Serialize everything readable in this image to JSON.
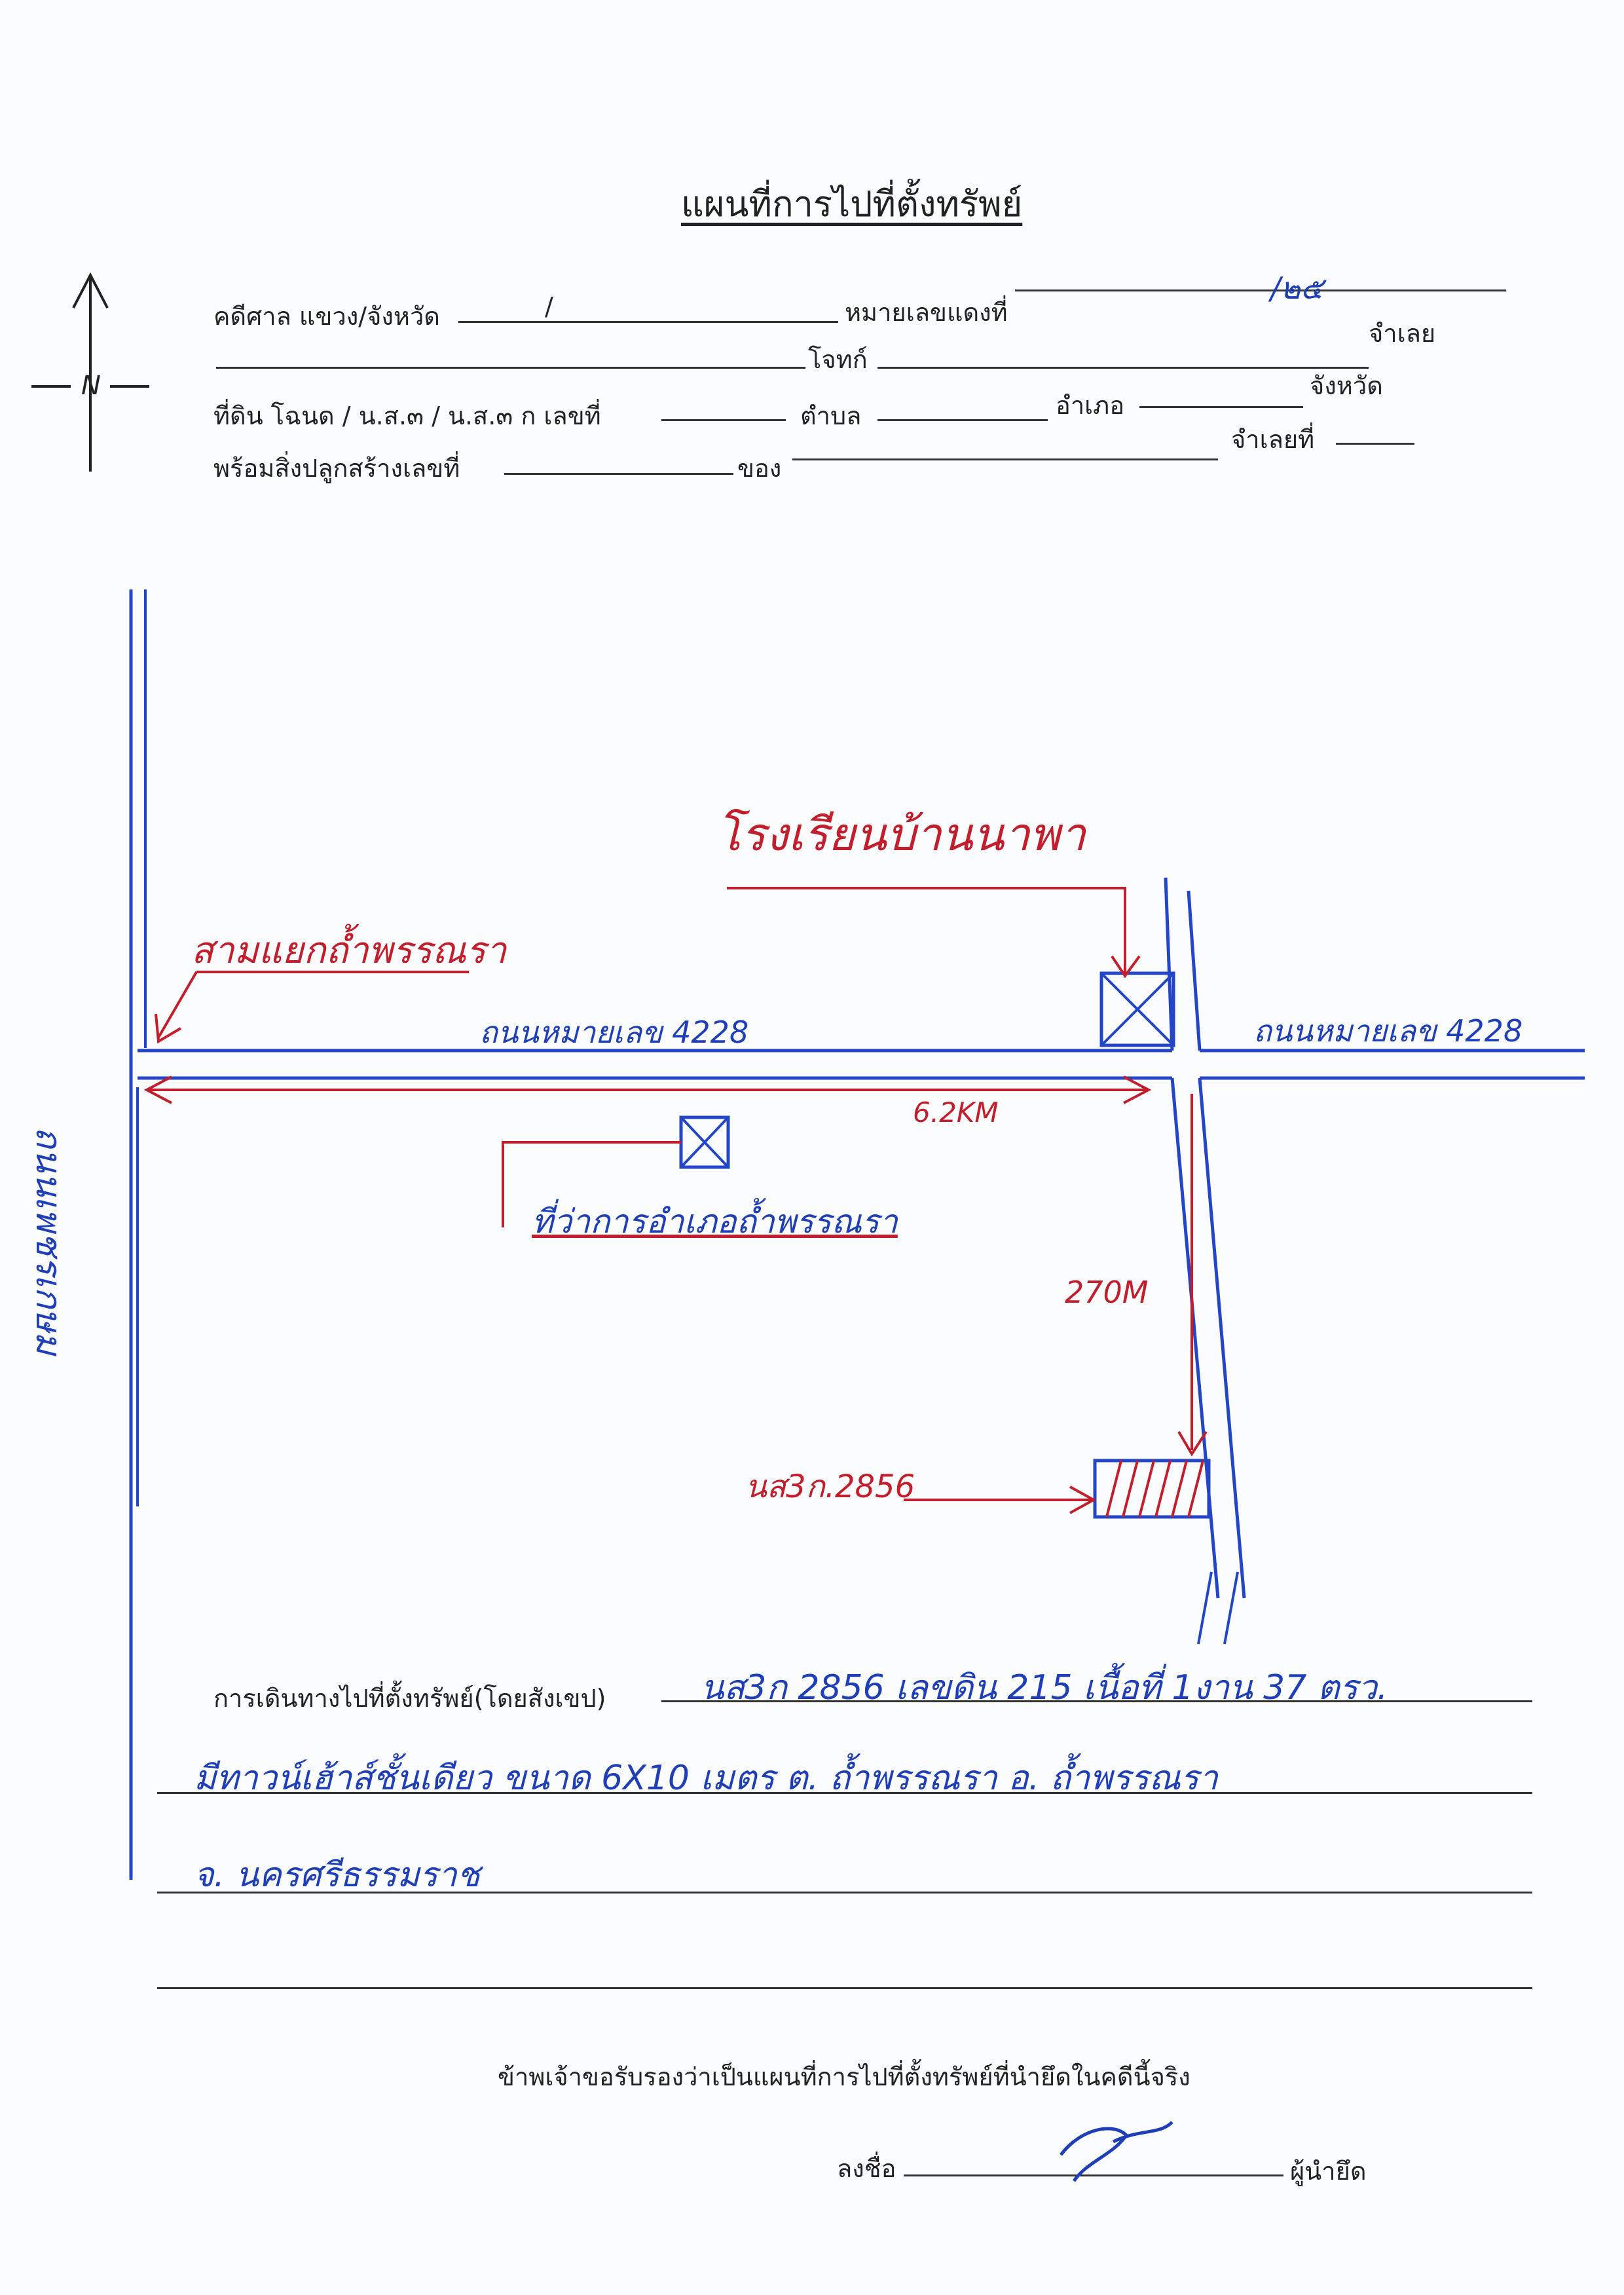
{
  "document": {
    "title": "แผนที่การไปที่ตั้งทรัพย์",
    "north_label": "N",
    "header": {
      "case_label": "คดีศาล แขวง/จังหวัด",
      "case_slash": "/",
      "black_case_label": "หมายเลขแดงที่",
      "black_case_value": "/๒๕",
      "defendant_label": "จำเลย",
      "plaintiff_label": "โจทก์",
      "land_label": "ที่ดิน โฉนด / น.ส.๓ / น.ส.๓ ก เลขที่",
      "tambon_label": "ตำบล",
      "amphoe_label": "อำเภอ",
      "province_label": "จังหวัด",
      "building_label": "พร้อมสิ่งปลูกสร้างเลขที่",
      "of_label": "ของ",
      "defendant_no_label": "จำเลยที่"
    },
    "map": {
      "school_label": "โรงเรียนบ้านนาพา",
      "junction_label": "สามแยกถ้ำพรรณรา",
      "road_left_label": "ถนนเพชรเกษม",
      "road_4228_left": "ถนนหมายเลข 4228",
      "road_4228_right": "ถนนหมายเลข 4228",
      "distance_1": "6.2KM",
      "district_office_label": "ที่ว่าการอำเภอถ้ำพรรณรา",
      "distance_2": "270M",
      "property_label": "นส3ก.2856"
    },
    "route": {
      "route_label": "การเดินทางไปที่ตั้งทรัพย์(โดยสังเขป)",
      "line1": "นส3ก 2856 เลขดิน 215 เนื้อที่ 1งาน 37 ตรว.",
      "line2": "มีทาวน์เฮ้าส์ชั้นเดียว ขนาด 6X10 เมตร ต. ถ้ำพรรณรา อ. ถ้ำพรรณรา",
      "line3": "จ. นครศรีธรรมราช"
    },
    "certify_text": "ข้าพเจ้าขอรับรองว่าเป็นแผนที่การไปที่ตั้งทรัพย์ที่นำยึดในคดีนี้จริง",
    "sign_label": "ลงชื่อ",
    "signer_role": "ผู้นำยึด"
  },
  "colors": {
    "ink_blue": "#1f3fb8",
    "ink_red": "#c21e2b",
    "print": "#222222"
  },
  "icons": [
    "north-arrow-icon",
    "building-box-icon",
    "property-hatch-icon"
  ]
}
